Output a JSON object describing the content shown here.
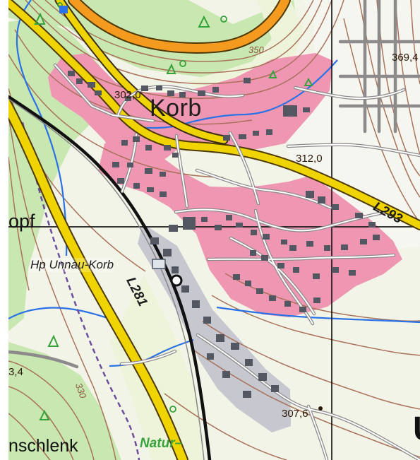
{
  "map": {
    "town_name": "Korb",
    "station_name": "Hp Unnau-Korb",
    "road_labels": {
      "l293": "L293",
      "l281": "L281"
    },
    "elevations": {
      "e302": "302,0",
      "e312": "312,0",
      "e307": "307,6",
      "e369": "369,4",
      "e3_4": "3,4"
    },
    "contours": {
      "c350": "350",
      "c330": "330"
    },
    "text_fragments": {
      "left": "opf",
      "bottom": "nschlenk",
      "nature": "Natur–",
      "right_big_letter": "U"
    },
    "colors": {
      "forest": "#c9e7b1",
      "meadow": "#edf4d9",
      "settlement": "#ef97b2",
      "industrial": "#c7c7cf",
      "building": "#535762",
      "road_yellow": "#f0d400",
      "road_orange": "#f39a1f",
      "contour": "#a66d55",
      "water": "#2a72e6",
      "rail": "#101010",
      "grid": "#202020"
    }
  }
}
